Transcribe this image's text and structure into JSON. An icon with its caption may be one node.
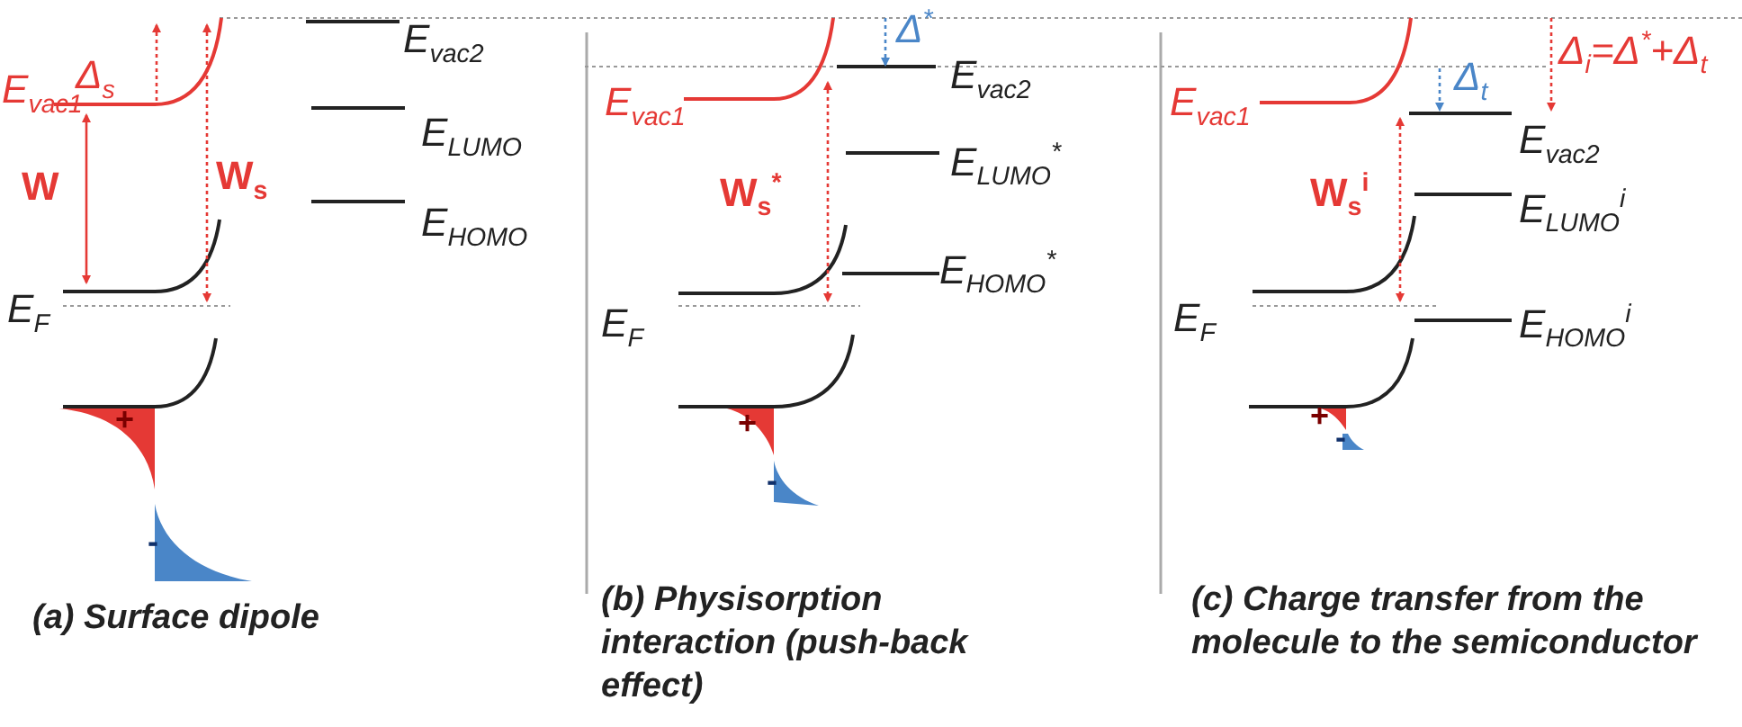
{
  "diagram": {
    "labels": [
      "E$_{vac1}$",
      "Δ$_{s}$",
      "W",
      "W$_{s}$",
      "E$_{vac2}$",
      "E$_{LUMO}$",
      "E$_{HOMO}$",
      "E$_{F}$",
      "+",
      "-",
      "(a) Surface dipole",
      "Δ$^{*}$",
      "E$_{vac1}$",
      "E$_{vac2}$",
      "W$_{s}$$^{*}$",
      "E$_{LUMO}$$^{*}$",
      "E$_{HOMO}$$^{*}$",
      "E$_{F}$",
      "+",
      "-",
      "(b) Physisorption interaction (push-back effect)",
      "E$_{vac1}$",
      "Δ$_{t}$",
      "Δ$_{i}$=Δ$^{*}$+Δ$_{t}$",
      "E$_{vac2}$",
      "W$_{s}$$^{i}$",
      "E$_{LUMO}$$^{i}$",
      "E$_{F}$",
      "E$_{HOMO}$$^{i}$",
      "+",
      "-",
      "(c) Charge transfer from the molecule to the semiconductor"
    ]
  }
}
